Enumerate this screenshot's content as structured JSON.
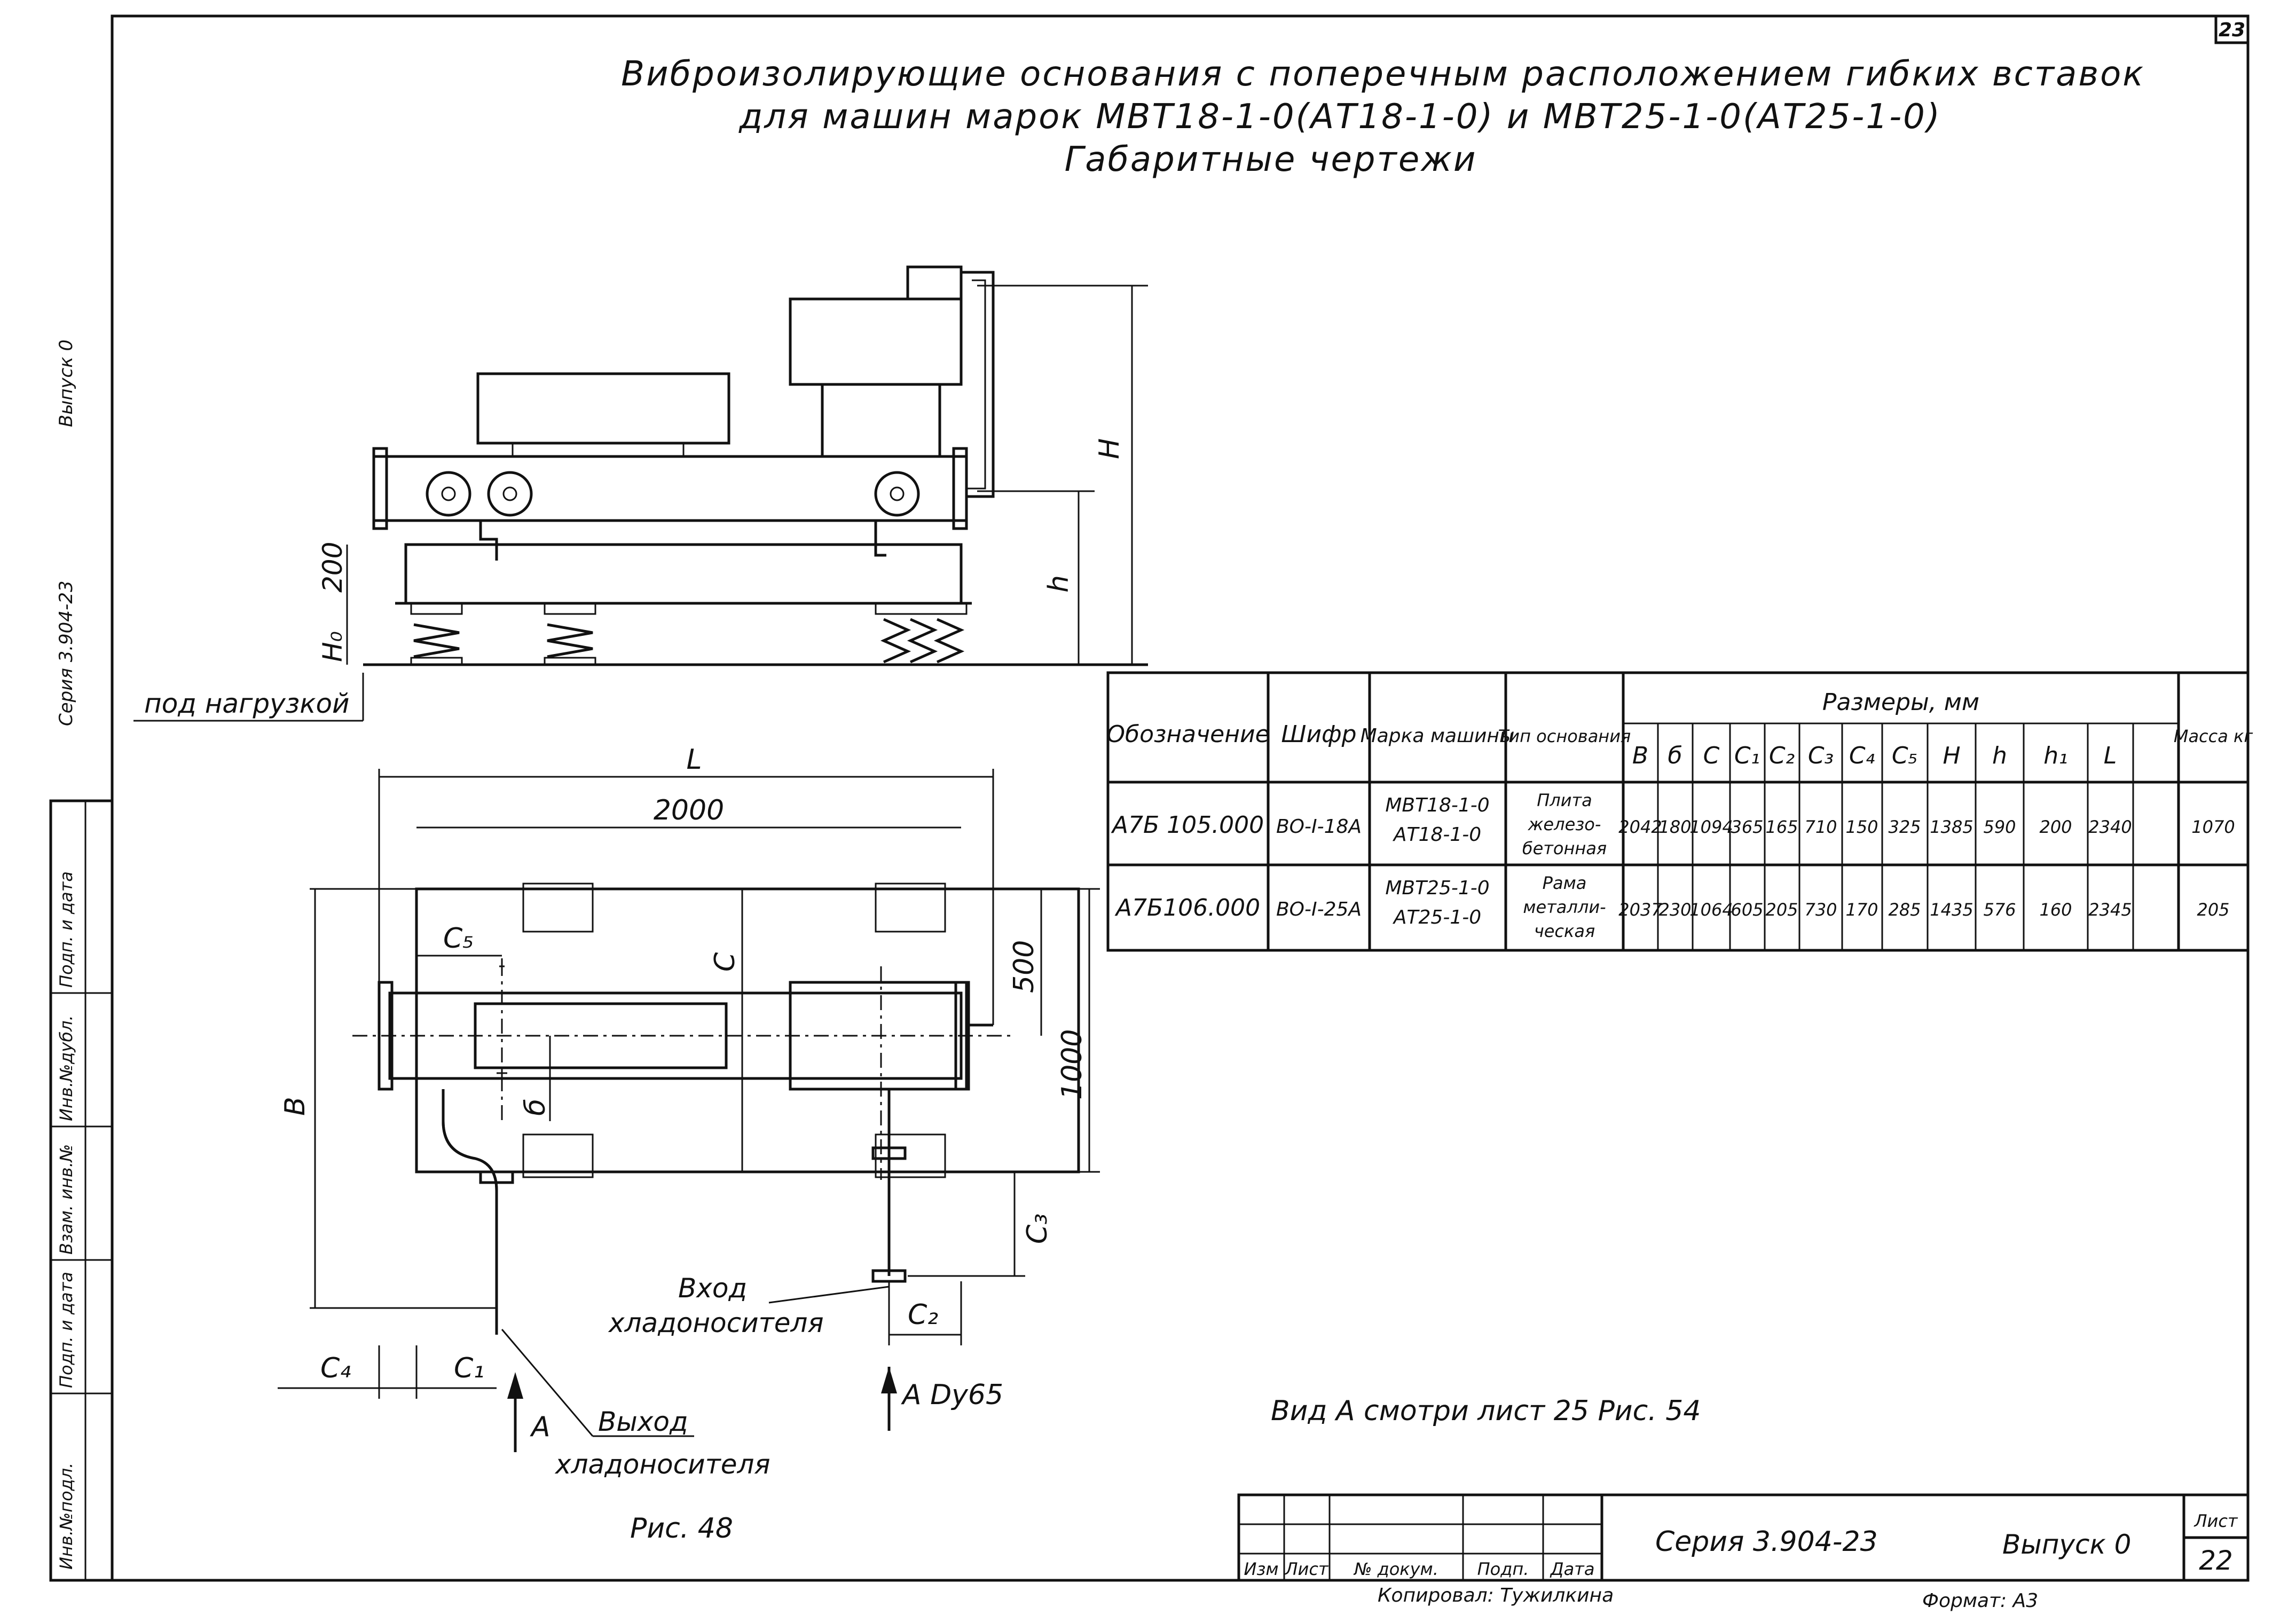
{
  "title": {
    "line1": "Виброизолирующие основания с поперечным расположением гибких вставок",
    "line2": "для машин марок МВТ18-1-0(АТ18-1-0) и МВТ25-1-0(АТ25-1-0)",
    "line3": "Габаритные чертежи"
  },
  "page_corner": "23",
  "side_label": {
    "series": "Серия 3.904-23",
    "issue": "Выпуск 0"
  },
  "side_stamp": [
    "Инв.№подл.",
    "Подп. и дата",
    "Взам. инв.№",
    "Инв.№дубл.",
    "Подп. и дата"
  ],
  "elevation_view": {
    "label_under_load": "под нагрузкой",
    "dim_200": "200",
    "dim_h0": "H₀",
    "dim_h": "h",
    "dim_H": "H"
  },
  "plan_view": {
    "dim_L": "L",
    "dim_2000": "2000",
    "dim_B": "B",
    "dim_500": "500",
    "dim_1000": "1000",
    "dim_C": "C",
    "dim_C5": "C₅",
    "dim_C3": "C₃",
    "dim_C2": "C₂",
    "dim_C1": "C₁",
    "dim_C4": "C₄",
    "dim_b": "б",
    "view_arrow": "A",
    "dn_label": "A  Dу65",
    "inlet_line1": "Вход",
    "inlet_line2": "хладоносителя",
    "outlet_line1": "Выход",
    "outlet_line2": "хладоносителя",
    "figure_caption": "Рис. 48"
  },
  "view_note": "Вид А   смотри   лист 25   Рис. 54",
  "spec_table": {
    "headers": {
      "designation": "Обозначение",
      "code": "Шифр",
      "machine": "Марка машины",
      "base_type": "Тип основания",
      "dimensions": "Размеры, мм",
      "mass": "Масса кг"
    },
    "dim_columns": [
      "B",
      "б",
      "C",
      "C₁",
      "C₂",
      "C₃",
      "C₄",
      "C₅",
      "H",
      "h",
      "h₁",
      "L"
    ],
    "rows": [
      {
        "designation": "А7Б 105.000",
        "code": "ВО-I-18А",
        "machine": [
          "МВТ18-1-0",
          "АТ18-1-0"
        ],
        "base_type": [
          "Плита",
          "железо-",
          "бетонная"
        ],
        "dims": [
          "2042",
          "180",
          "1094",
          "365",
          "165",
          "710",
          "150",
          "325",
          "1385",
          "590",
          "200",
          "2340"
        ],
        "mass": "1070"
      },
      {
        "designation": "А7Б106.000",
        "code": "ВО-I-25А",
        "machine": [
          "МВТ25-1-0",
          "АТ25-1-0"
        ],
        "base_type": [
          "Рама",
          "металли-",
          "ческая"
        ],
        "dims": [
          "2037",
          "230",
          "1064",
          "605",
          "205",
          "730",
          "170",
          "285",
          "1435",
          "576",
          "160",
          "2345"
        ],
        "mass": "205"
      }
    ]
  },
  "title_block": {
    "series": "Серия 3.904-23",
    "issue": "Выпуск 0",
    "sheet_label": "Лист",
    "sheet_number": "22",
    "rev_headers": [
      "Изм",
      "Лист",
      "№ докум.",
      "Подп.",
      "Дата"
    ],
    "copied_by": "Копировал: Тужилкина",
    "format": "Формат: А3"
  }
}
